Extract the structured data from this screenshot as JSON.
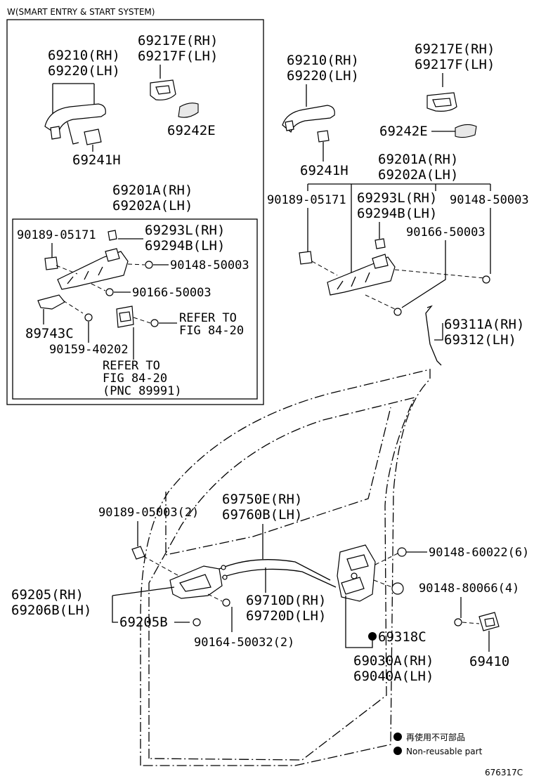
{
  "header": {
    "title": "W(SMART ENTRY & START SYSTEM)"
  },
  "inset": {
    "handle_rh": "69210(RH)",
    "handle_lh": "69220(LH)",
    "cover_rh": "69217E(RH)",
    "cover_lh": "69217F(LH)",
    "pad": "69242E",
    "gasket": "69241H",
    "frame_rh": "69201A(RH)",
    "frame_lh": "69202A(LH)",
    "screw_a": "90189-05171",
    "lever_rh": "69293L(RH)",
    "lever_lh": "69294B(LH)",
    "screw_b": "90148-50003",
    "screw_c": "90166-50003",
    "sensor": "89743C",
    "screw_d": "90159-40202",
    "refer1_l1": "REFER TO",
    "refer1_l2": "FIG 84-20",
    "refer2_l1": "REFER TO",
    "refer2_l2": "FIG 84-20",
    "refer2_l3": "(PNC 89991)"
  },
  "main": {
    "handle_rh": "69210(RH)",
    "handle_lh": "69220(LH)",
    "cover_rh": "69217E(RH)",
    "cover_lh": "69217F(LH)",
    "pad": "69242E",
    "gasket": "69241H",
    "frame_rh": "69201A(RH)",
    "frame_lh": "69202A(LH)",
    "screw_a": "90189-05171",
    "lever_rh": "69293L(RH)",
    "lever_lh": "69294B(LH)",
    "screw_b": "90148-50003",
    "screw_c": "90166-50003",
    "rod_rh": "69311A(RH)",
    "rod_lh": "69312(LH)",
    "cable_rh": "69750E(RH)",
    "cable_lh": "69760B(LH)",
    "clip": "90189-05003(2)",
    "inside_rh": "69205(RH)",
    "inside_lh": "69206B(LH)",
    "inside_b": "69205B",
    "screw_e": "90164-50032(2)",
    "cable2_rh": "69710D(RH)",
    "cable2_lh": "69720D(LH)",
    "screw_f": "90148-60022(6)",
    "screw_g": "90148-80066(4)",
    "lock_part": "69318C",
    "lock_rh": "69030A(RH)",
    "lock_lh": "69040A(LH)",
    "striker": "69410"
  },
  "legend": {
    "jp": "再使用不可部品",
    "en": "Non-reusable part"
  },
  "footer": {
    "code": "676317C"
  }
}
